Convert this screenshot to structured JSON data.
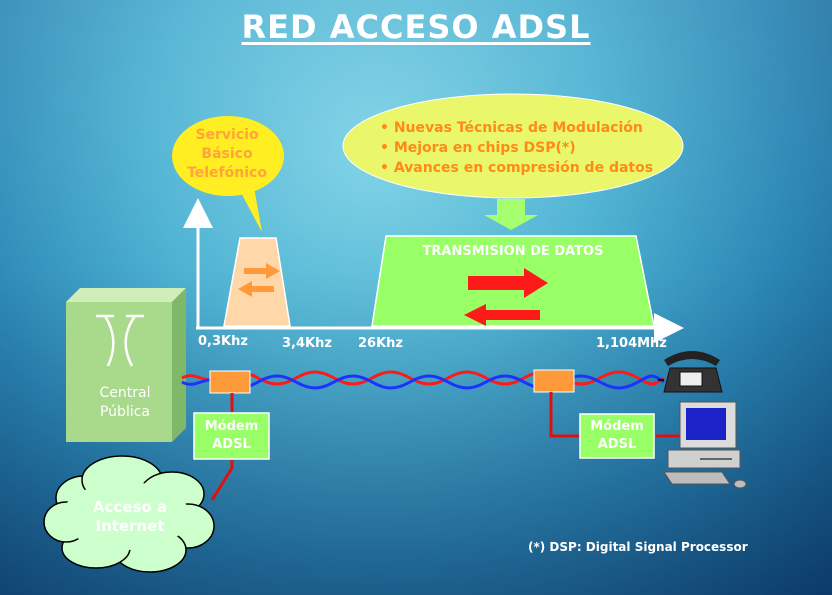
{
  "title": "RED ACCESO ADSL",
  "voice_bubble": {
    "lines": [
      "Servicio",
      "Básico",
      "Telefónico"
    ]
  },
  "improvements": {
    "items": [
      "• Nuevas Técnicas de Modulación",
      "• Mejora en chips DSP(*)",
      "• Avances en compresión de datos"
    ]
  },
  "data_band_label": "TRANSMISION DE DATOS",
  "axis_ticks": [
    "0,3Khz",
    "3,4Khz",
    "26Khz",
    "1,104Mhz"
  ],
  "central": {
    "line1": "Central",
    "line2": "Pública"
  },
  "modem_left": {
    "line1": "Módem",
    "line2": "ADSL"
  },
  "modem_right": {
    "line1": "Módem",
    "line2": "ADSL"
  },
  "internet_cloud": {
    "line1": "Acceso a",
    "line2": "Internet"
  },
  "footnote": "(*) DSP: Digital Signal Processor",
  "colors": {
    "band_green": "#99ff66",
    "band_voice": "#ffd7a8",
    "bubble_yellow": "#ffee22",
    "notes_orange": "#ff8a1a",
    "wire_red": "#ff1a1a",
    "wire_blue": "#1a33ff",
    "filter_orange": "#ff9a3a",
    "central_box": "#a9d98a"
  }
}
